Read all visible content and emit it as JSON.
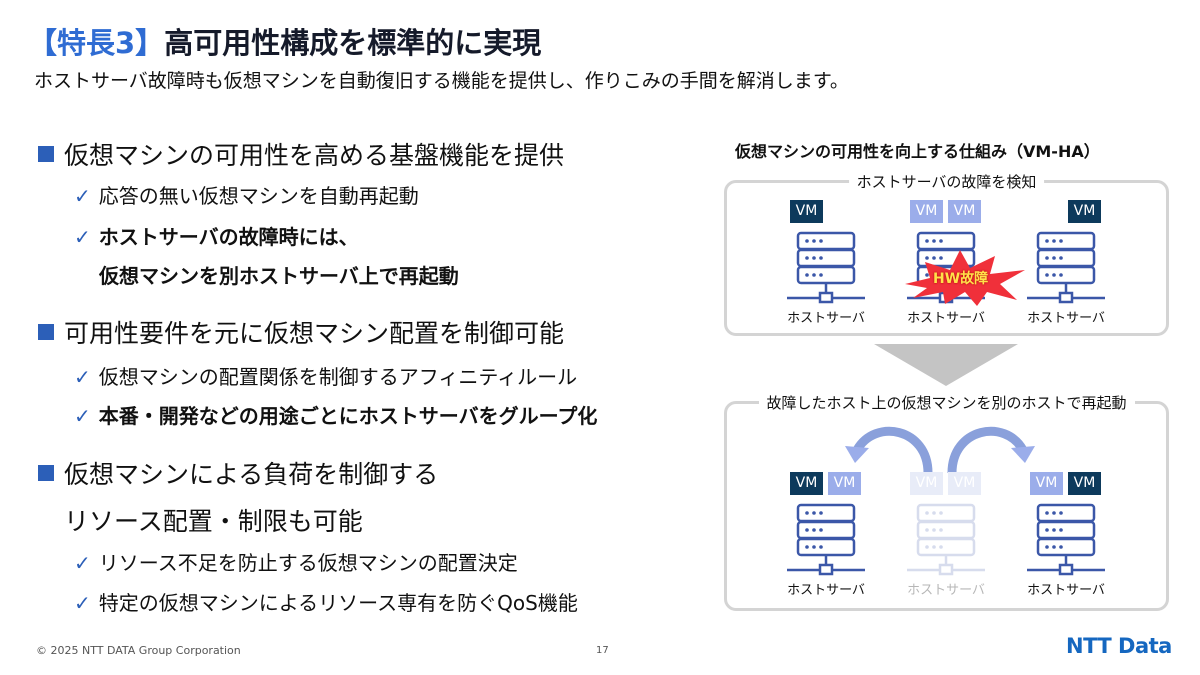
{
  "header": {
    "title_accent": "【特長3】",
    "title": "高可用性構成を標準的に実現",
    "subtitle": "ホストサーバ故障時も仮想マシンを自動復旧する機能を提供し、作りこみの手間を解消します。"
  },
  "bullets": [
    {
      "text": "仮想マシンの可用性を高める基盤機能を提供",
      "subs": [
        "応答の無い仮想マシンを自動再起動",
        "ホストサーバの故障時には、",
        "仮想マシンを別ホストサーバ上で再起動"
      ]
    },
    {
      "text": "可用性要件を元に仮想マシン配置を制御可能",
      "subs": [
        "仮想マシンの配置関係を制御するアフィニティルール",
        "本番・開発などの用途ごとにホストサーバをグループ化"
      ]
    },
    {
      "text": "仮想マシンによる負荷を制御する",
      "text2": "リソース配置・制限も可能",
      "subs": [
        "リソース不足を防止する仮想マシンの配置決定",
        "特定の仮想マシンによるリソース専有を防ぐQoS機能"
      ]
    }
  ],
  "check_mark": "✓",
  "diagram": {
    "title": "仮想マシンの可用性を向上する仕組み（VM-HA）",
    "panel1_label": "ホストサーバの故障を検知",
    "panel2_label": "故障したホスト上の仮想マシンを別のホストで再起動",
    "vm_label": "VM",
    "server_label": "ホストサーバ",
    "failure_label": "HW故障",
    "colors": {
      "vm_dark": "#0d3a5c",
      "vm_light": "#9badea",
      "server": "#3b57a8",
      "burst": "#f0303a"
    }
  },
  "footer": {
    "copyright": "© 2025 NTT DATA Group Corporation",
    "page": "17",
    "logo": "NTT Data"
  }
}
